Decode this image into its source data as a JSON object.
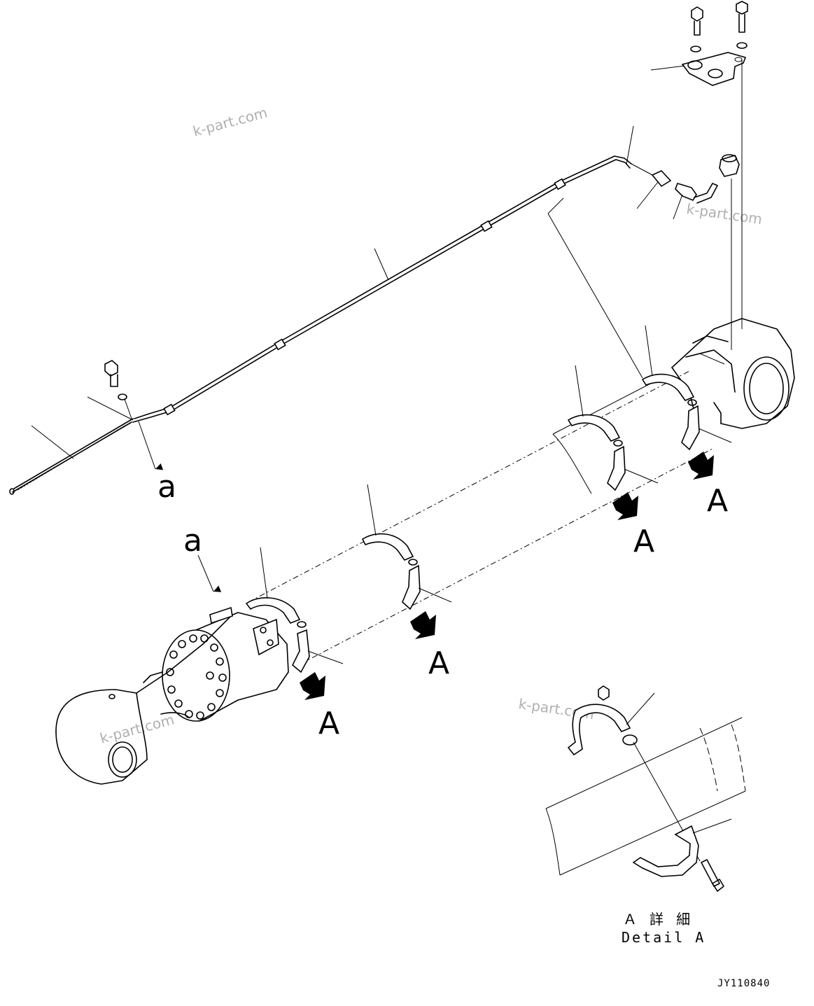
{
  "labels": {
    "ref_a": "a",
    "ref_A": "A",
    "detail_jp": "Ａ 詳 細",
    "detail_en": "Detail A",
    "drawing_code": "JY110840"
  },
  "watermark": "k-part.com"
}
